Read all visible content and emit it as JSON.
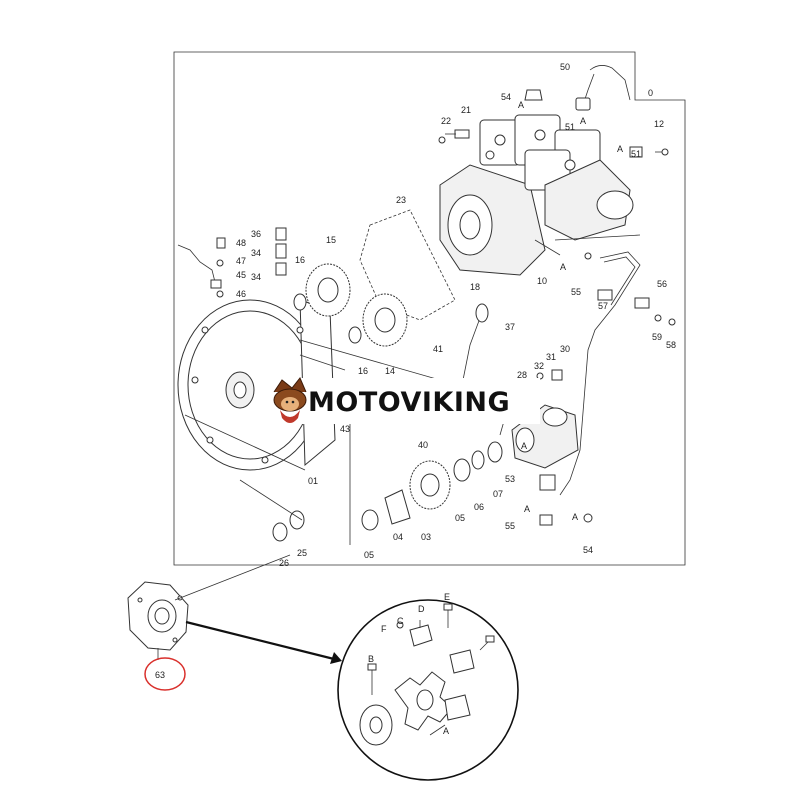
{
  "watermark": {
    "brand": "MOTOVIKING",
    "logo_icon": "viking-head-icon"
  },
  "callouts": {
    "c0": "0",
    "c50": "50",
    "c54a": "54",
    "c51a": "51",
    "c51b": "51",
    "c21": "21",
    "c22": "22",
    "c12": "12",
    "c23": "23",
    "c36": "36",
    "c48": "48",
    "c47": "47",
    "c34a": "34",
    "c34b": "34",
    "c45": "45",
    "c46": "46",
    "c15": "15",
    "c16a": "16",
    "c18": "18",
    "c10": "10",
    "c55a": "55",
    "c56": "56",
    "c57": "57",
    "c59": "59",
    "c58": "58",
    "c37": "37",
    "c41": "41",
    "c16b": "16",
    "c14": "14",
    "c28": "28",
    "c32": "32",
    "c31": "31",
    "c30": "30",
    "c43": "43",
    "c40": "40",
    "c01": "01",
    "c53": "53",
    "c07": "07",
    "c06": "06",
    "c05a": "05",
    "c55b": "55",
    "c54b": "54",
    "c03": "03",
    "c04": "04",
    "c05b": "05",
    "c25": "25",
    "c26": "26",
    "c63": "63"
  },
  "letters": {
    "a1": "A",
    "a2": "A",
    "a3": "A",
    "a4": "A",
    "a5": "A",
    "a6": "A",
    "a7": "A",
    "a8": "A",
    "b": "B",
    "c": "C",
    "d": "D",
    "e": "E",
    "f": "F"
  },
  "colors": {
    "line": "#333333",
    "highlight_circle": "#d9302c",
    "watermark_text": "#111111",
    "logo_accent": "#c0392b"
  }
}
